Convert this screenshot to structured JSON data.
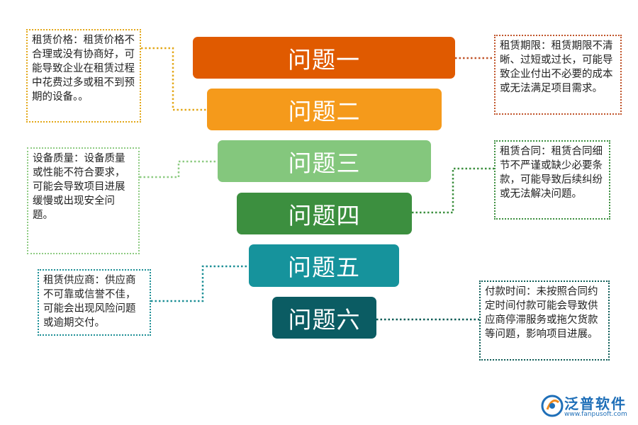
{
  "funnel": {
    "items": [
      {
        "label": "问题一",
        "color": "#e05a00"
      },
      {
        "label": "问题二",
        "color": "#f59a1b"
      },
      {
        "label": "问题三",
        "color": "#84c77d"
      },
      {
        "label": "问题四",
        "color": "#3c8f3f"
      },
      {
        "label": "问题五",
        "color": "#16939c"
      },
      {
        "label": "问题六",
        "color": "#0b5c63"
      }
    ]
  },
  "notes": [
    {
      "text": "租赁价格：租赁价格不合理或没有协商好，可能导致企业在租赁过程中花费过多或租不到预期的设备。。",
      "color": "#e3a81a"
    },
    {
      "text": "租赁期限：租赁期限不清晰、过短或过长，可能导致企业付出不必要的成本或无法满足项目需求。",
      "color": "#c1552b"
    },
    {
      "text": "设备质量：设备质量或性能不符合要求，可能会导致项目进展缓慢或出现安全问题。",
      "color": "#8ecb82"
    },
    {
      "text": "租赁合同：租赁合同细节不严谨或缺少必要条款，可能导致后续纠纷或无法解决问题。",
      "color": "#3c8f3f"
    },
    {
      "text": "租赁供应商：供应商不可靠或信誉不佳，可能会出现风险问题或逾期交付。",
      "color": "#1d8f96"
    },
    {
      "text": "付款时间：未按照合同约定时间付款可能会导致供应商停滞服务或拖欠货款等问题，影响项目进展。",
      "color": "#0e5d57"
    }
  ],
  "logo": {
    "name": "泛普软件",
    "url": "www.fanpusoft.com"
  }
}
